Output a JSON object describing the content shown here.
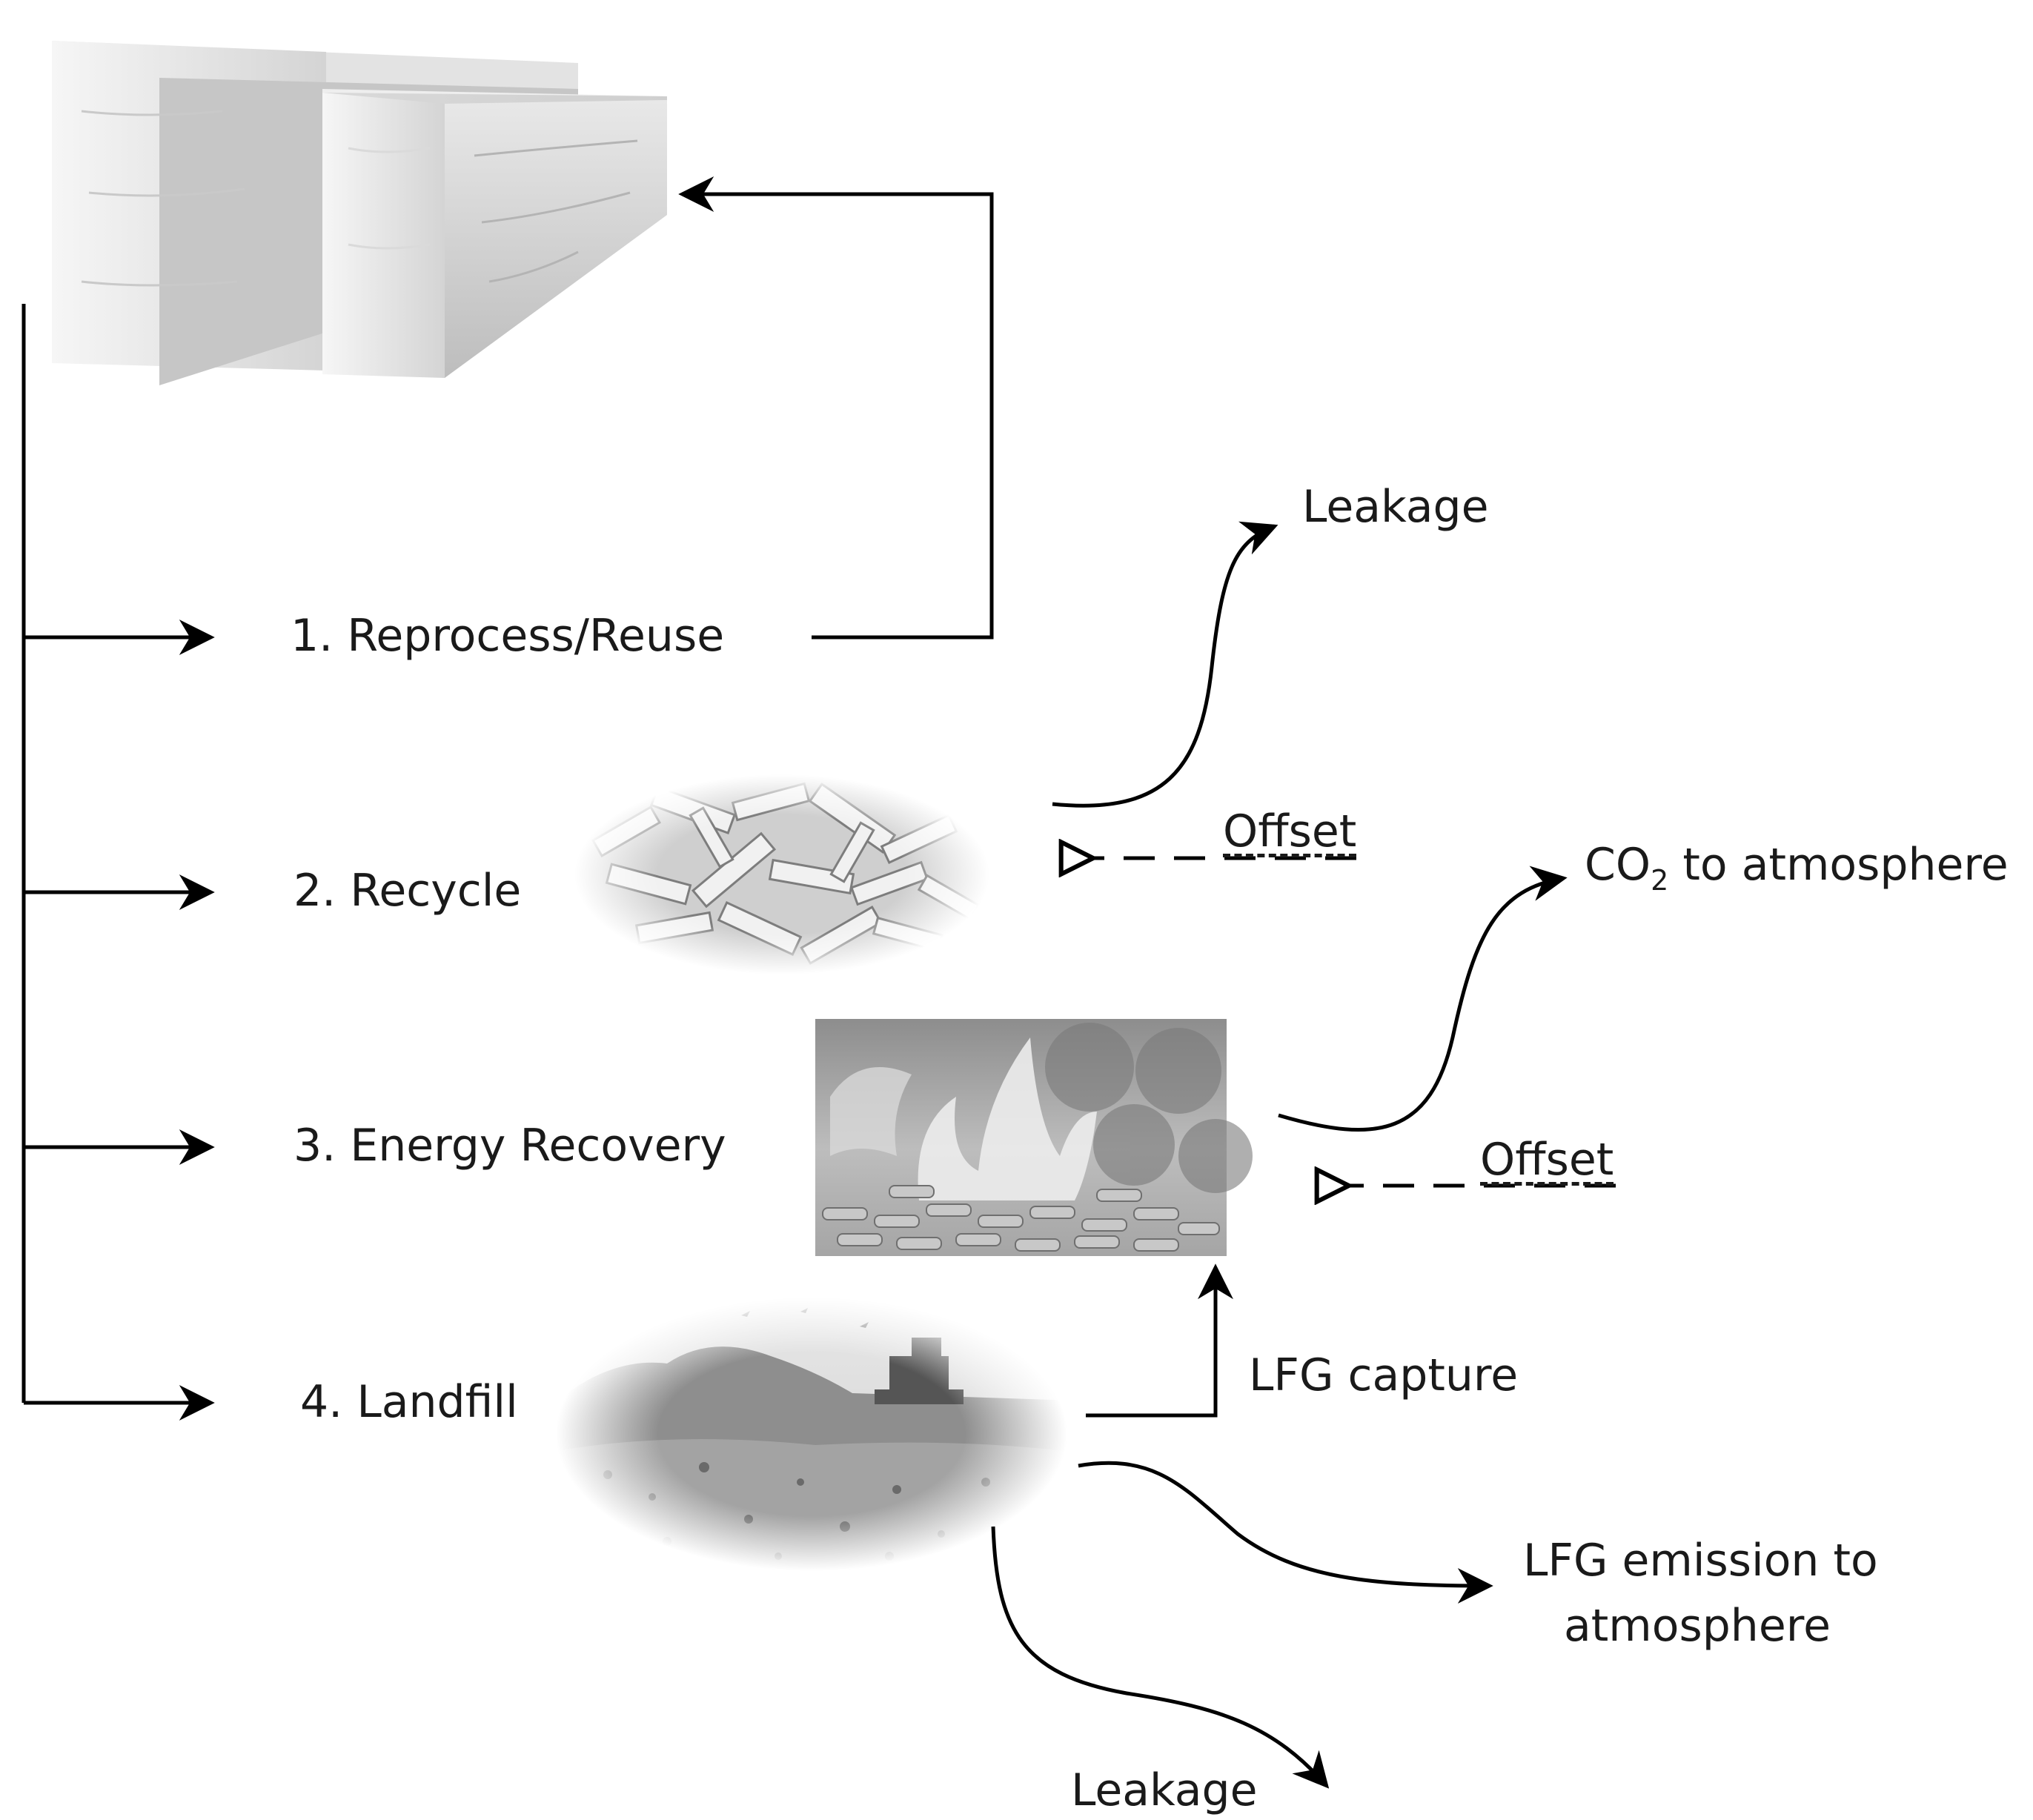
{
  "labels": {
    "reprocess": "1. Reprocess/Reuse",
    "recycle": "2. Recycle",
    "energy": "3. Energy Recovery",
    "landfill": "4. Landfill",
    "leakage_top": "Leakage",
    "offset_recycle": "Offset",
    "co2_main": "CO",
    "co2_sub": "2",
    "co2_rest": " to atmosphere",
    "offset_energy": "Offset",
    "lfg_capture": "LFG capture",
    "lfg_emission_line1": "LFG emission to",
    "lfg_emission_line2": "atmosphere",
    "leakage_bottom": "Leakage"
  },
  "colors": {
    "stroke": "#000000",
    "text": "#1a1a1a"
  },
  "images": {
    "timber": "timber-beams-photo",
    "chips": "wood-chips-photo",
    "pellets": "burning-pellets-photo",
    "landfill": "landfill-site-photo"
  }
}
